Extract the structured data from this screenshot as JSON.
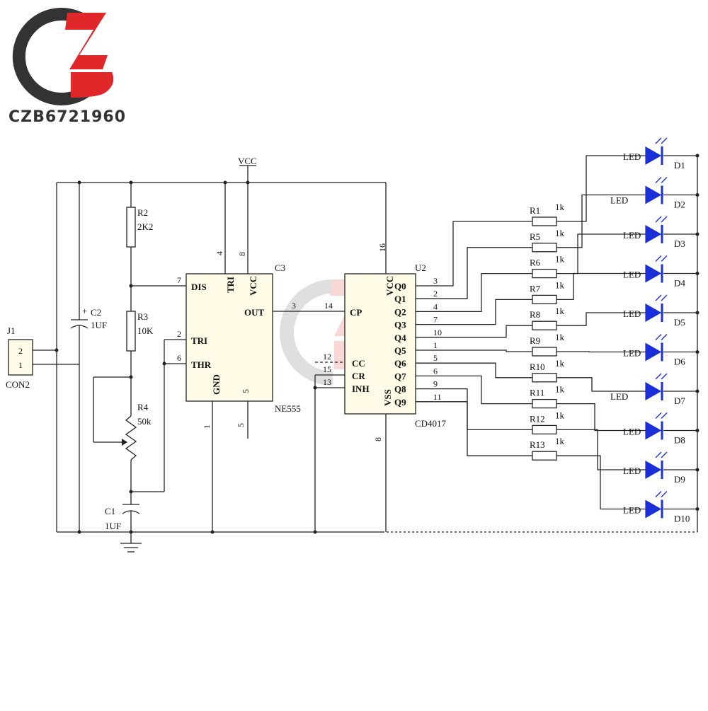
{
  "logo": {
    "brand_text": "CZB6721960",
    "red": "#e0282a",
    "dark": "#333333"
  },
  "colors": {
    "led_blue": "#1a2fd8",
    "ic_fill": "#fffbe6",
    "wire": "#222222"
  },
  "power": {
    "vcc": "VCC"
  },
  "connector": {
    "ref": "J1",
    "name": "CON2",
    "pin2": "2",
    "pin1": "1"
  },
  "ne555": {
    "ref": "C3",
    "part": "NE555",
    "pins": {
      "dis": "DIS",
      "tri": "TRI",
      "vcc": "VCC",
      "out": "OUT",
      "thr": "THR",
      "gnd": "GND",
      "ctrl": "5"
    },
    "pin_numbers": {
      "p7": "7",
      "p4": "4",
      "p8": "8",
      "p3": "3",
      "p2": "2",
      "p6": "6",
      "p1": "1",
      "p5": "5"
    }
  },
  "cd4017": {
    "ref": "U2",
    "part": "CD4017",
    "pins": {
      "vcc": "VCC",
      "cp": "CP",
      "cc": "CC",
      "cr": "CR",
      "inh": "INH",
      "vss": "VSS"
    },
    "pin_numbers": {
      "p16": "16",
      "p14": "14",
      "p12": "12",
      "p15": "15",
      "p13": "13",
      "p8": "8"
    },
    "outputs": [
      {
        "name": "Q0",
        "pin": "3"
      },
      {
        "name": "Q1",
        "pin": "2"
      },
      {
        "name": "Q2",
        "pin": "4"
      },
      {
        "name": "Q3",
        "pin": "7"
      },
      {
        "name": "Q4",
        "pin": "10"
      },
      {
        "name": "Q5",
        "pin": "1"
      },
      {
        "name": "Q6",
        "pin": "5"
      },
      {
        "name": "Q7",
        "pin": "6"
      },
      {
        "name": "Q8",
        "pin": "9"
      },
      {
        "name": "Q9",
        "pin": "11"
      }
    ]
  },
  "passives": {
    "r2": {
      "ref": "R2",
      "value": "2K2"
    },
    "r3": {
      "ref": "R3",
      "value": "10K"
    },
    "r4": {
      "ref": "R4",
      "value": "50k"
    },
    "c1": {
      "ref": "C1",
      "value": "1UF"
    },
    "c2": {
      "ref": "C2",
      "value": "1UF",
      "polarity": "+"
    }
  },
  "led_resistors": [
    {
      "ref": "R1",
      "value": "1k"
    },
    {
      "ref": "R5",
      "value": "1k"
    },
    {
      "ref": "R6",
      "value": "1k"
    },
    {
      "ref": "R7",
      "value": "1k"
    },
    {
      "ref": "R8",
      "value": "1k"
    },
    {
      "ref": "R9",
      "value": "1k"
    },
    {
      "ref": "R10",
      "value": "1k"
    },
    {
      "ref": "R11",
      "value": "1k"
    },
    {
      "ref": "R12",
      "value": "1k"
    },
    {
      "ref": "R13",
      "value": "1k"
    }
  ],
  "leds": [
    {
      "ref": "D1",
      "label": "LED"
    },
    {
      "ref": "D2",
      "label": "LED"
    },
    {
      "ref": "D3",
      "label": "LED"
    },
    {
      "ref": "D4",
      "label": "LED"
    },
    {
      "ref": "D5",
      "label": "LED"
    },
    {
      "ref": "D6",
      "label": "LED"
    },
    {
      "ref": "D7",
      "label": "LED"
    },
    {
      "ref": "D8",
      "label": "LED"
    },
    {
      "ref": "D9",
      "label": "LED"
    },
    {
      "ref": "D10",
      "label": "LED"
    }
  ]
}
